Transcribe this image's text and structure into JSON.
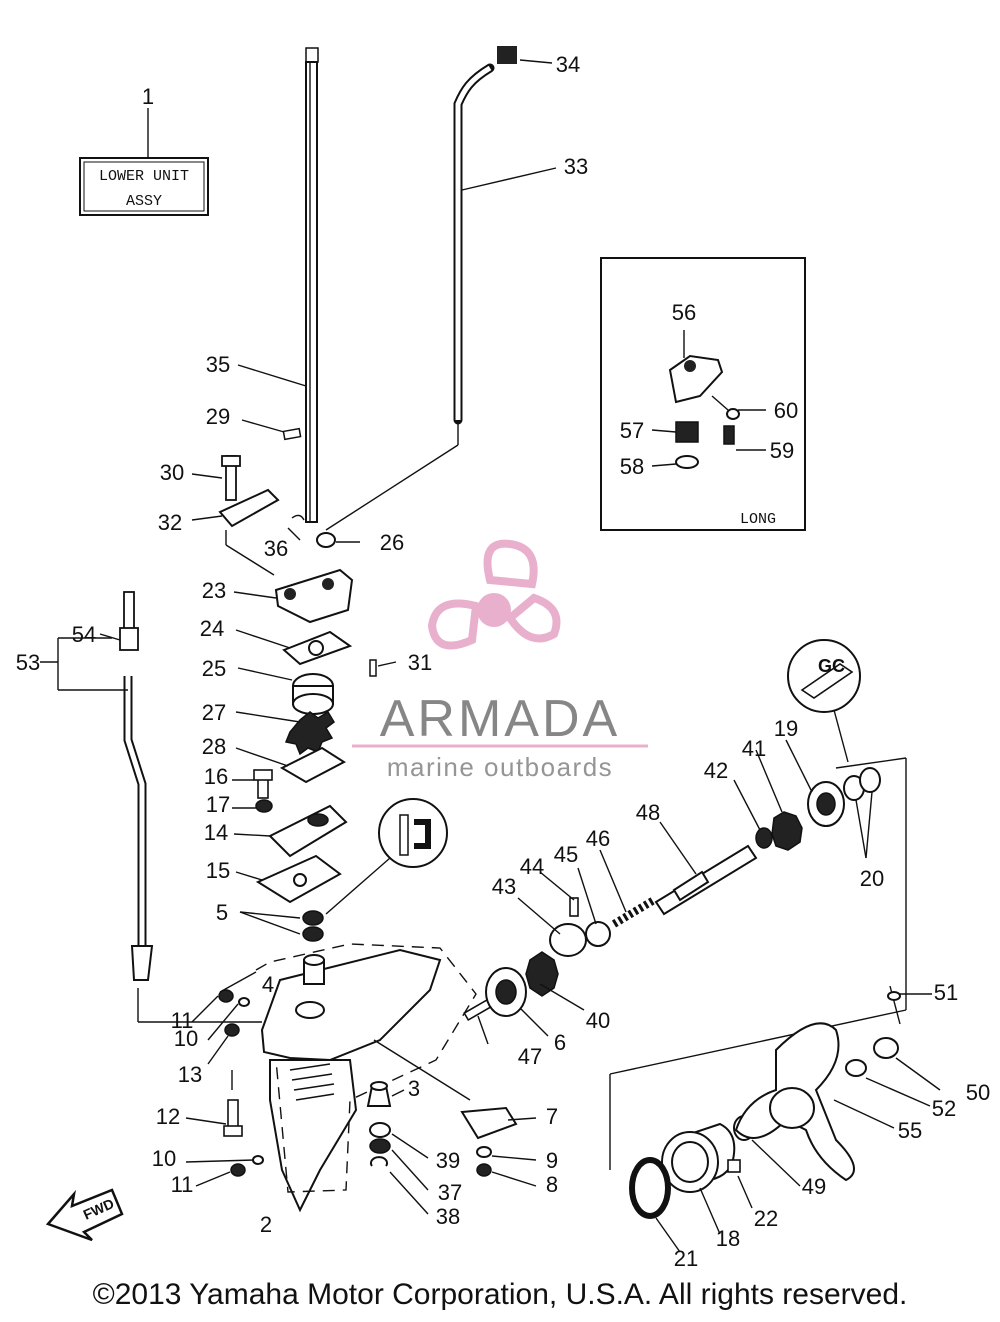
{
  "diagram": {
    "assy_box": {
      "line1": "LOWER UNIT",
      "line2": "ASSY",
      "ref": "1"
    },
    "long_box": {
      "label": "LONG"
    },
    "watermark": {
      "brand": "ARMADA",
      "tagline": "marine outboards"
    },
    "callouts": [
      "2",
      "3",
      "4",
      "5",
      "6",
      "7",
      "8",
      "9",
      "10",
      "10",
      "11",
      "11",
      "12",
      "13",
      "14",
      "15",
      "16",
      "17",
      "18",
      "19",
      "20",
      "21",
      "22",
      "23",
      "24",
      "25",
      "26",
      "27",
      "28",
      "29",
      "30",
      "31",
      "32",
      "33",
      "34",
      "35",
      "36",
      "37",
      "38",
      "39",
      "40",
      "41",
      "42",
      "43",
      "44",
      "45",
      "46",
      "47",
      "48",
      "49",
      "50",
      "51",
      "52",
      "53",
      "54",
      "55",
      "56",
      "57",
      "58",
      "59",
      "60"
    ],
    "icons": [
      "gear-oil-icon",
      "sealant-icon",
      "fwd-arrow-icon"
    ],
    "fwd_label": "FWD"
  },
  "footer": {
    "copyright": "©2013 Yamaha Motor Corporation, U.S.A. All rights reserved."
  }
}
